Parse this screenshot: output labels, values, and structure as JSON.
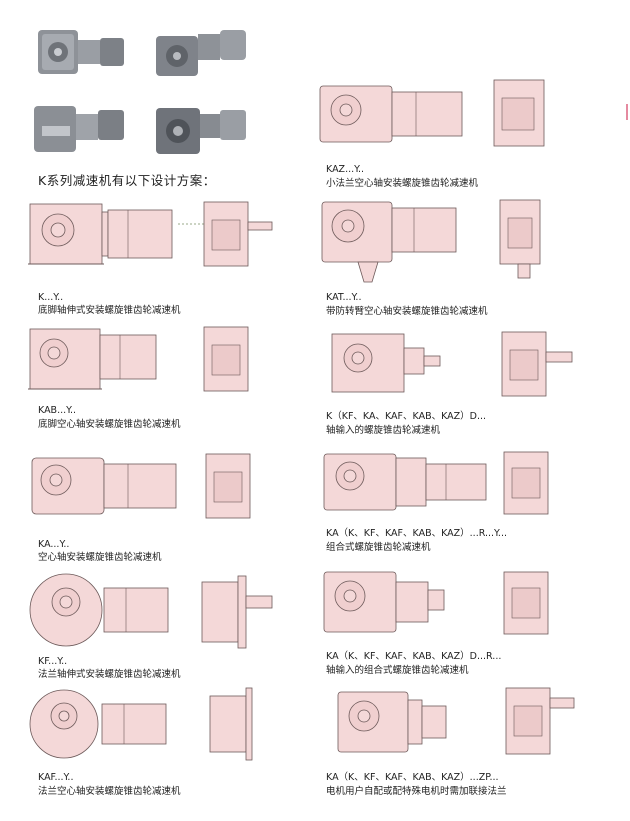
{
  "heading": "K系列减速机有以下设计方案：",
  "colors": {
    "drawing_fill": "#f4d8d8",
    "drawing_stroke": "#6d5a5a",
    "accent": "#e58aa0"
  },
  "left_items": [
    {
      "model": "K...Y..",
      "desc": "底脚轴伸式安装螺旋锥齿轮减速机"
    },
    {
      "model": "KAB...Y..",
      "desc": "底脚空心轴安装螺旋锥齿轮减速机"
    },
    {
      "model": "KA...Y..",
      "desc": "空心轴安装螺旋锥齿轮减速机"
    },
    {
      "model": "KF...Y..",
      "desc": "法兰轴伸式安装螺旋锥齿轮减速机"
    },
    {
      "model": "KAF...Y..",
      "desc": "法兰空心轴安装螺旋锥齿轮减速机"
    }
  ],
  "right_items": [
    {
      "model": "KAZ...Y..",
      "desc": "小法兰空心轴安装螺旋锥齿轮减速机"
    },
    {
      "model": "KAT...Y..",
      "desc": "带防转臂空心轴安装螺旋锥齿轮减速机"
    },
    {
      "model": "K（KF、KA、KAF、KAB、KAZ）D...",
      "desc": "轴输入的螺旋锥齿轮减速机"
    },
    {
      "model": "KA（K、KF、KAF、KAB、KAZ）...R...Y...",
      "desc": "组合式螺旋锥齿轮减速机"
    },
    {
      "model": "KA（K、KF、KAF、KAB、KAZ）D...R...",
      "desc": "轴输入的组合式螺旋锥齿轮减速机"
    },
    {
      "model": "KA（K、KF、KAF、KAB、KAZ）...ZP...",
      "desc": "电机用户自配或配特殊电机时需加联接法兰"
    }
  ]
}
